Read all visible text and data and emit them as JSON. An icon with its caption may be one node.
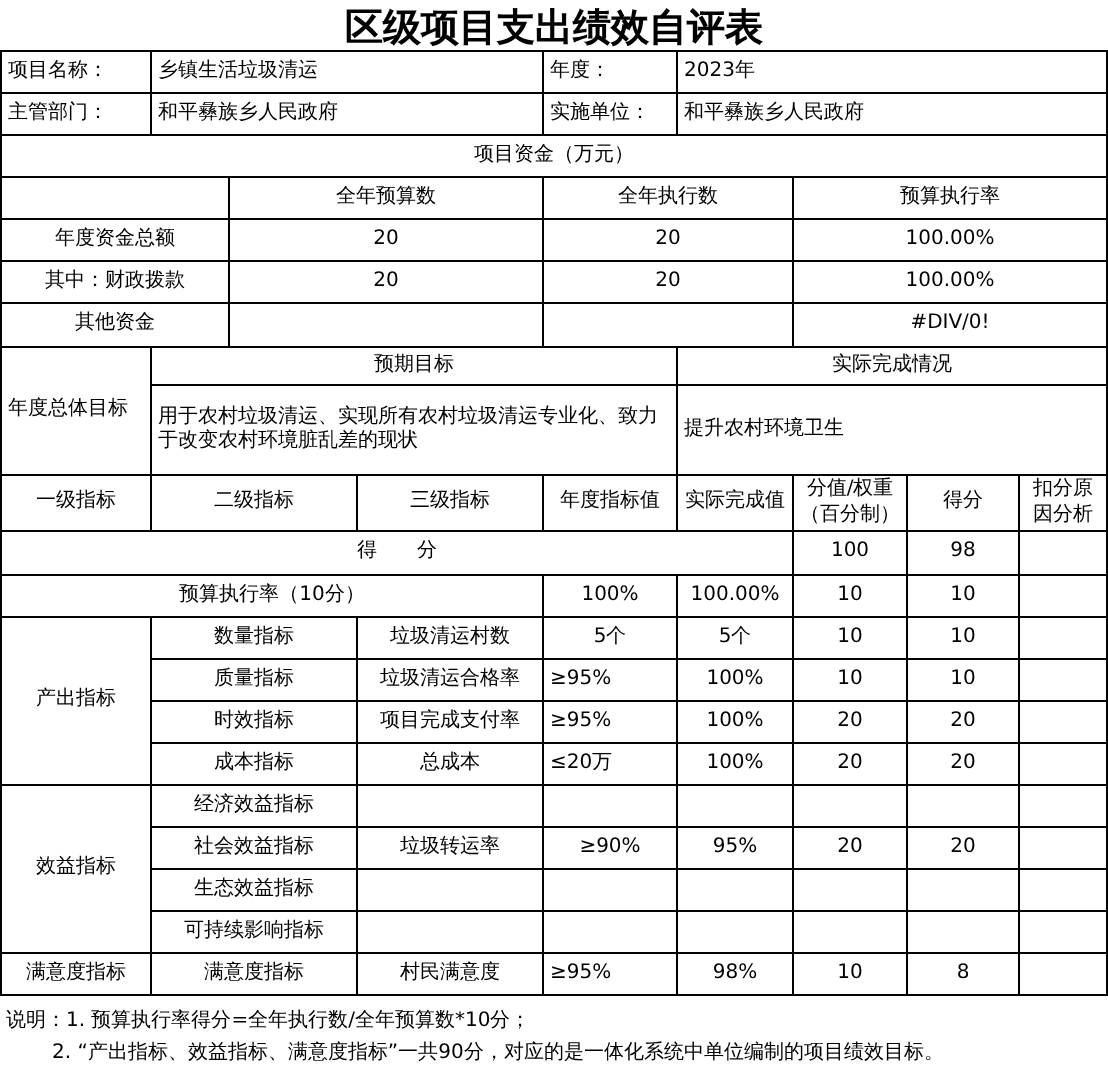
{
  "diagram": {
    "title": "区级项目支出绩效自评表",
    "labels": [
      "项目名称：",
      "乡镇生活垃圾清运",
      "年度：",
      "2023年",
      "主管部门：",
      "和平彝族乡人民政府",
      "实施单位：",
      "和平彝族乡人民政府",
      "项目资金（万元）",
      "全年预算数",
      "全年执行数",
      "预算执行率",
      "年度资金总额",
      "20",
      "20",
      "100.00%",
      "其中：财政拨款",
      "20",
      "20",
      "100.00%",
      "其他资金",
      "#DIV/0!",
      "年度总体目标",
      "预期目标",
      "实际完成情况",
      "用于农村垃圾清运、实现所有农村垃圾清运专业化、致力于改变农村环境脏乱差的现状",
      "提升农村环境卫生",
      "一级指标",
      "二级指标",
      "三级指标",
      "年度指标值",
      "实际完成值",
      "分值/权重（百分制）",
      "得分",
      "扣分原因分析",
      "得　　分",
      "100",
      "98",
      "预算执行率（10分）",
      "100%",
      "100.00%",
      "10",
      "10",
      "产出指标",
      "数量指标",
      "垃圾清运村数",
      "5个",
      "5个",
      "10",
      "10",
      "质量指标",
      "垃圾清运合格率",
      "≥95%",
      "100%",
      "10",
      "10",
      "时效指标",
      "项目完成支付率",
      "≥95%",
      "100%",
      "20",
      "20",
      "成本指标",
      "总成本",
      "≤20万",
      "100%",
      "20",
      "20",
      "效益指标",
      "经济效益指标",
      "社会效益指标",
      "垃圾转运率",
      "≥90%",
      "95%",
      "20",
      "20",
      "生态效益指标",
      "可持续影响指标",
      "满意度指标",
      "满意度指标",
      "村民满意度",
      "≥95%",
      "98%",
      "10",
      "8",
      "说明：1. 预算执行率得分=全年执行数/全年预算数*10分；",
      "2. “产出指标、效益指标、满意度指标”一共90分，对应的是一体化系统中单位编制的项目绩效目标。"
    ]
  }
}
